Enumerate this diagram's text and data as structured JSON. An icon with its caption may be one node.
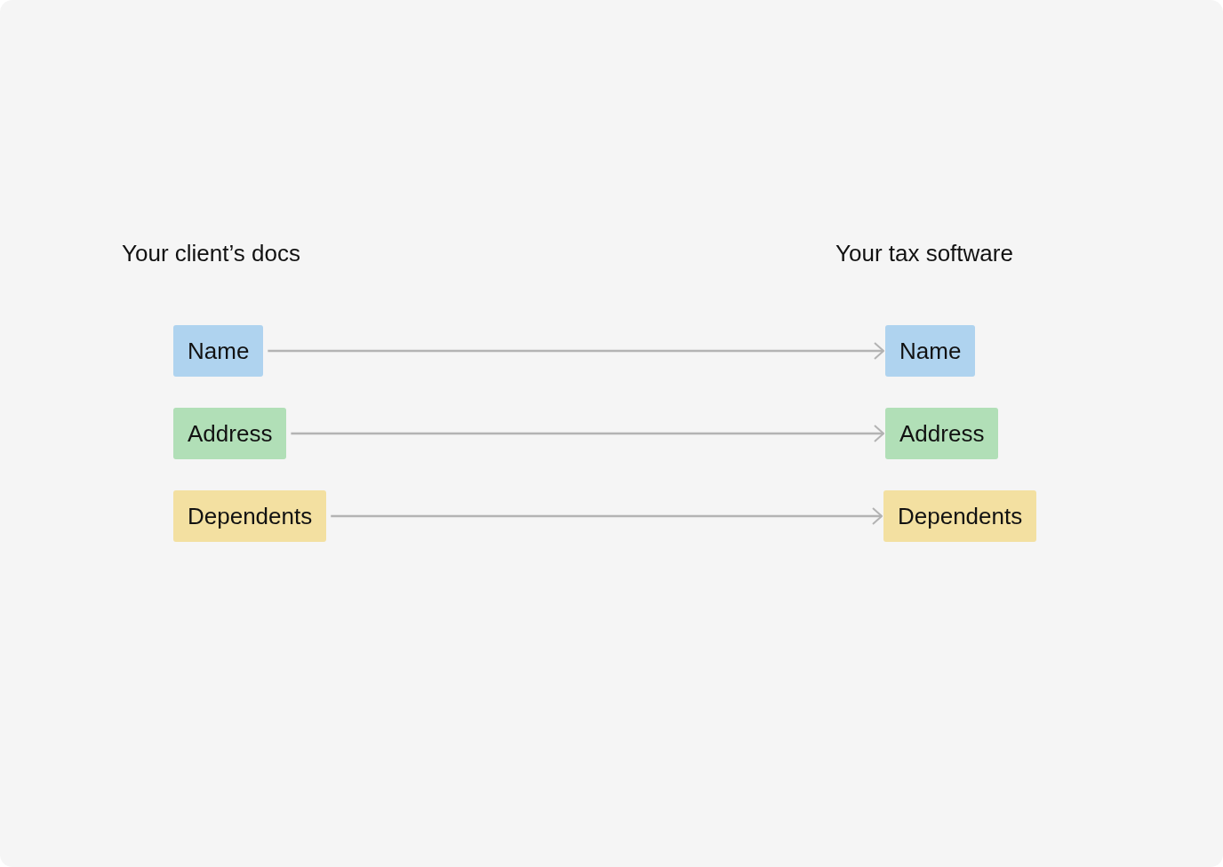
{
  "diagram": {
    "nodes": [
      {
        "text": [
          "Name"
        ]
      },
      {
        "text": [
          "Name"
        ]
      },
      {
        "text": [
          "Address"
        ]
      },
      {
        "text": [
          "Address"
        ]
      },
      {
        "text": [
          "Dependents"
        ]
      },
      {
        "text": [
          "Dependents"
        ]
      }
    ],
    "edges": [
      {
        "from": 0,
        "to": 1,
        "arrow": "to"
      },
      {
        "from": 2,
        "to": 3,
        "arrow": "to"
      },
      {
        "from": 4,
        "to": 5,
        "arrow": "to"
      }
    ],
    "labels": [
      "Your client’s docs",
      "Your tax software"
    ]
  }
}
